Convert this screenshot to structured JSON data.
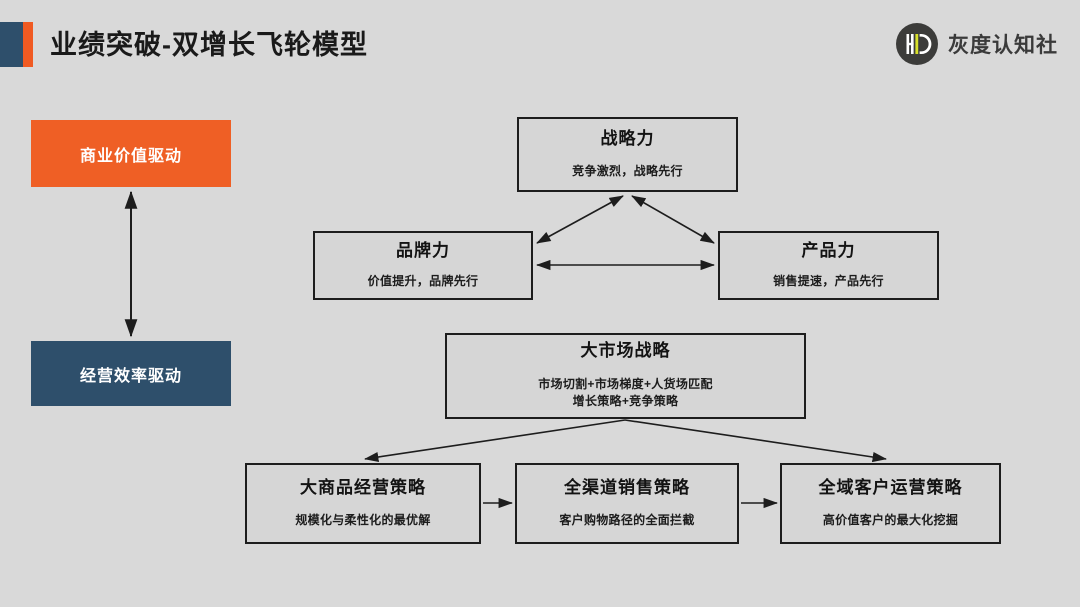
{
  "header": {
    "title": "业绩突破-双增长飞轮模型",
    "accent_blue": "#2e4f6b",
    "accent_orange": "#f05a22",
    "logo_text": "灰度认知社",
    "logo_mark_label": "HD"
  },
  "background_color": "#d9d9d9",
  "drivers": [
    {
      "label": "商业价值驱动",
      "color": "#ef5f25"
    },
    {
      "label": "经营效率驱动",
      "color": "#2e4f6b"
    }
  ],
  "driver_link": {
    "type": "double-headed-vertical-arrow"
  },
  "nodes": {
    "strategy": {
      "title": "战略力",
      "sub": "竞争激烈，战略先行"
    },
    "brand": {
      "title": "品牌力",
      "sub": "价值提升，品牌先行"
    },
    "product": {
      "title": "产品力",
      "sub": "销售提速，产品先行"
    },
    "market": {
      "title": "大市场战略",
      "sub_line1": "市场切割+市场梯度+人货场匹配",
      "sub_line2": "增长策略+竞争策略"
    },
    "goods": {
      "title": "大商品经营策略",
      "sub": "规模化与柔性化的最优解"
    },
    "channel": {
      "title": "全渠道销售策略",
      "sub": "客户购物路径的全面拦截"
    },
    "customer": {
      "title": "全域客户运营策略",
      "sub": "高价值客户的最大化挖掘"
    }
  },
  "connections": [
    {
      "from": "brand",
      "to": "strategy",
      "style": "double-arrow"
    },
    {
      "from": "product",
      "to": "strategy",
      "style": "double-arrow"
    },
    {
      "from": "brand",
      "to": "product",
      "style": "double-arrow"
    },
    {
      "from": "market",
      "to": "goods",
      "style": "single-arrow"
    },
    {
      "from": "market",
      "to": "customer",
      "style": "single-arrow"
    },
    {
      "from": "goods",
      "to": "channel",
      "style": "single-arrow"
    },
    {
      "from": "channel",
      "to": "customer",
      "style": "single-arrow"
    }
  ],
  "line_color": "#1d1d1d"
}
